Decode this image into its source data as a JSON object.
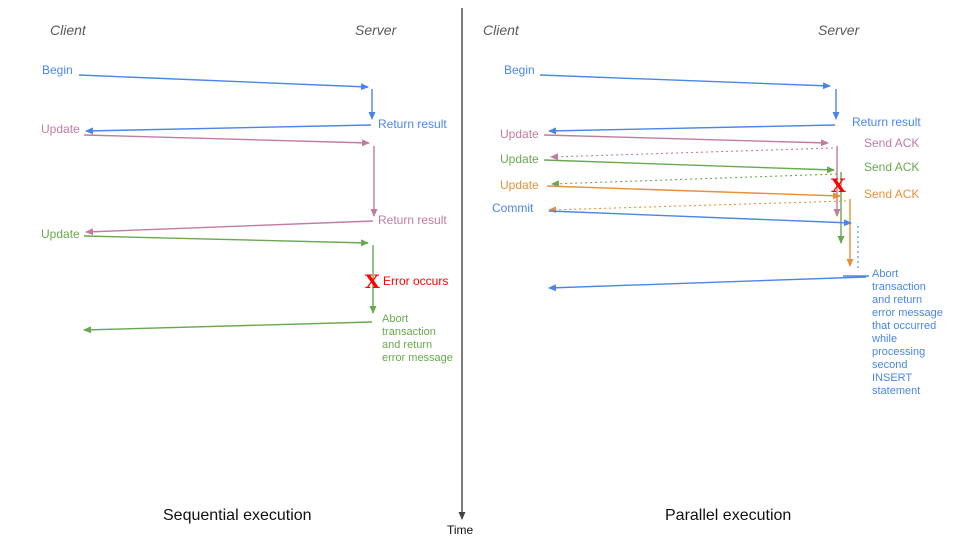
{
  "axis": {
    "label": "Time"
  },
  "left": {
    "title": "Sequential execution",
    "client": "Client",
    "server": "Server",
    "begin": "Begin",
    "return1": "Return result",
    "update1": "Update",
    "return2": "Return result",
    "update2": "Update",
    "error_mark": "X",
    "error": "Error occurs",
    "abort_lines": [
      "Abort",
      "transaction",
      "and return",
      "error message"
    ]
  },
  "right": {
    "title": "Parallel execution",
    "client": "Client",
    "server": "Server",
    "begin": "Begin",
    "return1": "Return result",
    "update1": "Update",
    "ack1": "Send ACK",
    "update2": "Update",
    "ack2": "Send ACK",
    "update3": "Update",
    "ack3": "Send ACK",
    "commit": "Commit",
    "error_mark": "X",
    "abort_lines": [
      "Abort",
      "transaction",
      "and return",
      "error message",
      "that occurred",
      "while",
      "processing",
      "second",
      "INSERT",
      "statement"
    ]
  },
  "colors": {
    "blue": "#4a86e8",
    "pink": "#c27ba0",
    "green": "#6aa84f",
    "orange": "#e69138",
    "red": "#ff0000",
    "header_gray": "#595959",
    "axis_gray": "#444444"
  }
}
